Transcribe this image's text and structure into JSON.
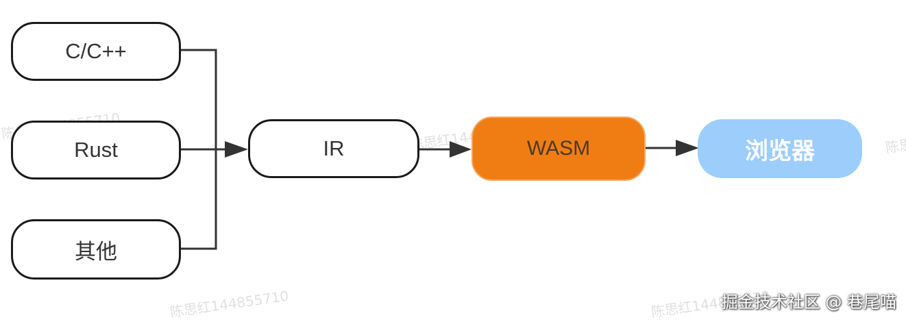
{
  "nodes": {
    "cpp": "C/C++",
    "rust": "Rust",
    "other": "其他",
    "ir": "IR",
    "wasm": "WASM",
    "browser": "浏览器"
  },
  "colors": {
    "wasm_fill": "#f07d14",
    "browser_fill": "#9ccdfb",
    "outline": "#1a1a1a",
    "connector": "#333333"
  },
  "watermarks": [
    "陈思红144855710",
    "陈思红144855710",
    "陈思红144855710",
    "陈思红144855710",
    "陈思"
  ],
  "footer": "掘金技术社区 @ 巷尾喵"
}
